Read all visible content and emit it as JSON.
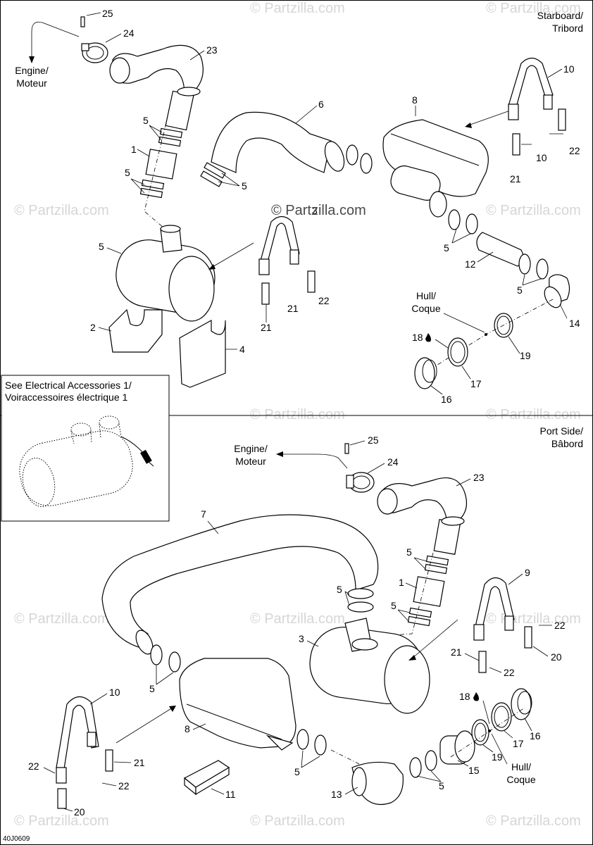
{
  "watermark": {
    "text": "© Partzilla.com",
    "center_text": "© Partzilla.com"
  },
  "figure_code": "40J0609",
  "starboard": {
    "side_label_1": "Starboard/",
    "side_label_2": "Tribord",
    "engine_1": "Engine/",
    "engine_2": "Moteur",
    "hull_1": "Hull/",
    "hull_2": "Coque",
    "callouts": [
      "25",
      "24",
      "23",
      "6",
      "8",
      "10",
      "5",
      "1",
      "5",
      "5",
      "5",
      "3",
      "10",
      "22",
      "21",
      "21",
      "22",
      "21",
      "5",
      "12",
      "5",
      "14",
      "2",
      "4",
      "18",
      "19",
      "17",
      "16"
    ]
  },
  "inset": {
    "line_1": "See Electrical Accessories 1/",
    "line_2": "Voiraccessoires électrique 1"
  },
  "port": {
    "side_label_1": "Port Side/",
    "side_label_2": "Bâbord",
    "engine_1": "Engine/",
    "engine_2": "Moteur",
    "hull_1": "Hull/",
    "hull_2": "Coque",
    "callouts": [
      "25",
      "24",
      "23",
      "7",
      "5",
      "9",
      "5",
      "1",
      "5",
      "3",
      "22",
      "21",
      "20",
      "22",
      "18",
      "16",
      "17",
      "19",
      "10",
      "8",
      "22",
      "21",
      "22",
      "5",
      "5",
      "15",
      "13",
      "11",
      "20"
    ]
  }
}
